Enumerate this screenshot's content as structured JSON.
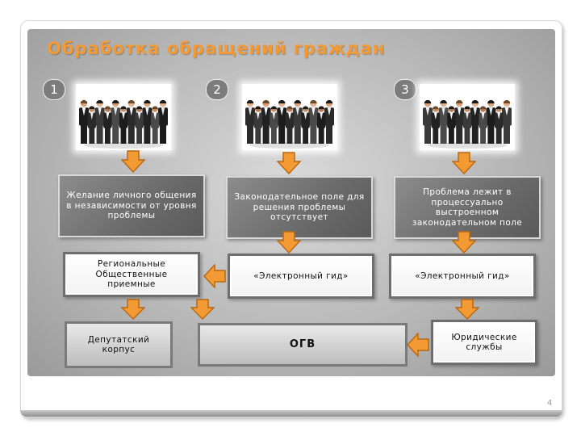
{
  "slide": {
    "title": "Обработка обращений граждан",
    "page_number": "4"
  },
  "colors": {
    "title": "#f39a35",
    "arrow": "#f39a35",
    "arrow_stroke": "#b86a12",
    "panel": "#b9b9b9"
  },
  "steps": [
    {
      "number": "1"
    },
    {
      "number": "2"
    },
    {
      "number": "3"
    }
  ],
  "boxes": {
    "problem1": "Желание личного общения в независимости от уровня проблемы",
    "problem2": "Законодательное поле для решения проблемы отсутствует",
    "problem3": "Проблема лежит в процессуально выстроенном законодательном поле",
    "regional": "Региональные Общественные приемные",
    "guide1": "«Электронный гид»",
    "guide2": "«Электронный гид»",
    "deputy": "Депутатский корпус",
    "ogv": "ОГВ",
    "legal": "Юридические службы"
  },
  "icons": {
    "photo": "business-team-photo",
    "arrow_down": "orange-arrow-down-icon",
    "arrow_left": "orange-arrow-left-icon"
  }
}
